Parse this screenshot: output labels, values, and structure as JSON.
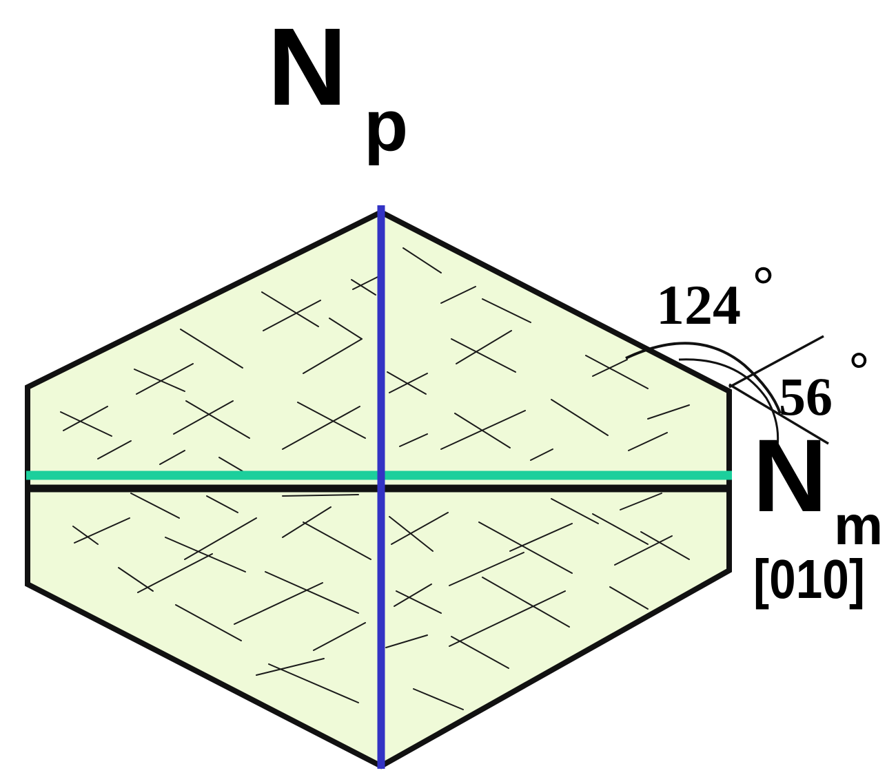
{
  "labels": {
    "np_main": "N",
    "np_sub": "p",
    "nm_main": "N",
    "nm_sub": "m",
    "direction": "[010]",
    "angle_obtuse": "124",
    "angle_acute": "56",
    "degree_symbol": "°"
  },
  "colors": {
    "crystal_fill": "#effad8",
    "outline": "#111111",
    "np_axis": "#3333c4",
    "nm_axis": "#1ccf9c",
    "twin_plane": "#111111"
  }
}
